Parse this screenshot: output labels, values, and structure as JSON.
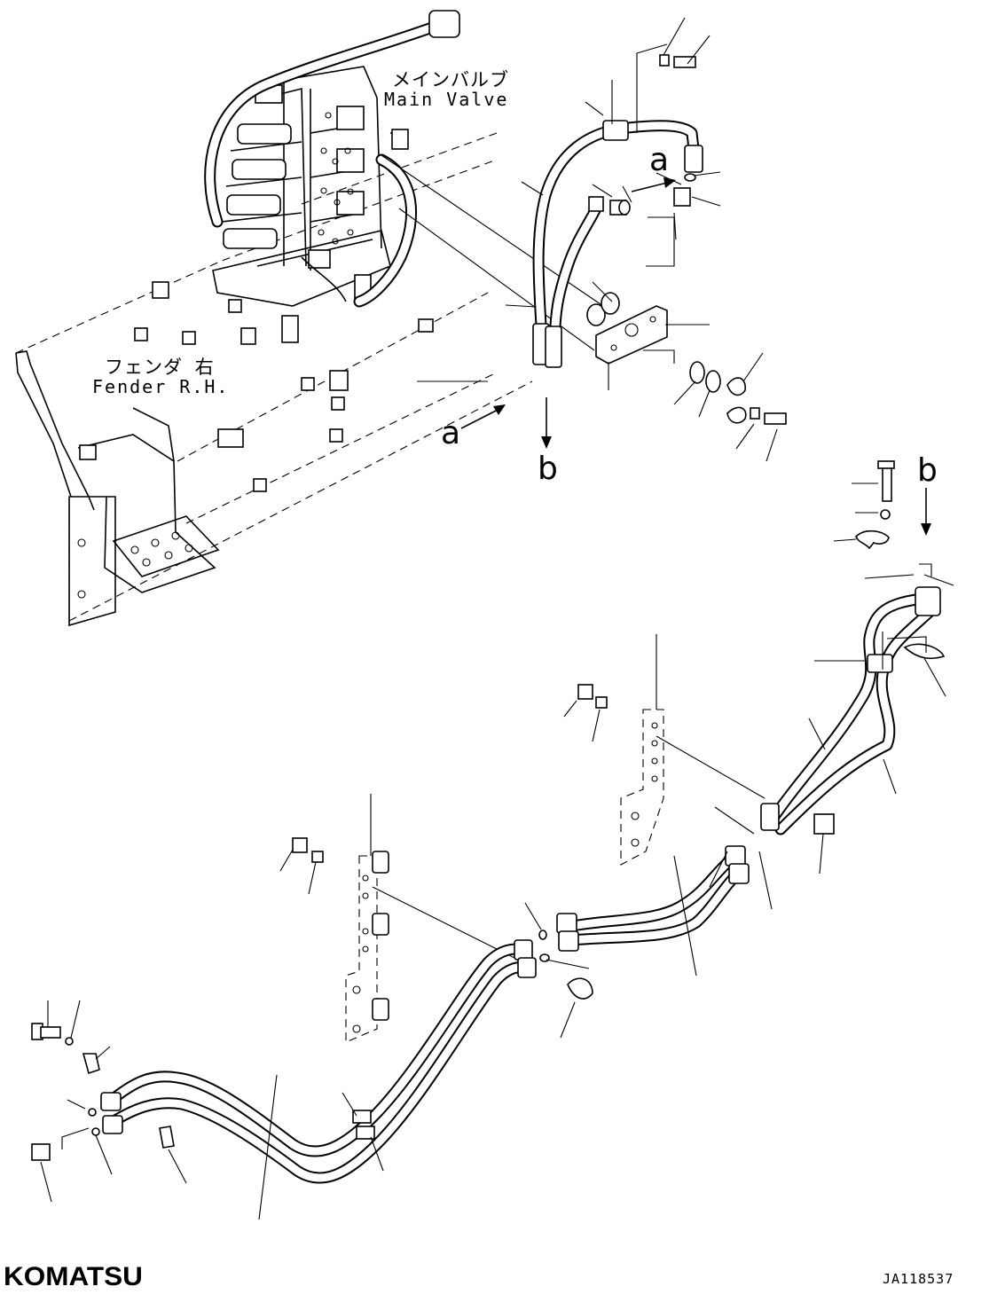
{
  "labels": {
    "main_valve_jp": "メインバルブ",
    "main_valve_en": "Main Valve",
    "fender_jp": "フェンダ 右",
    "fender_en": "Fender R.H.",
    "view_a_1": "a",
    "view_a_2": "a",
    "view_b_1": "b",
    "view_b_2": "b"
  },
  "footer": {
    "brand": "KOMATSU",
    "drawing_code": "JA118537"
  },
  "colors": {
    "ink": "#000000",
    "paper": "#ffffff"
  }
}
